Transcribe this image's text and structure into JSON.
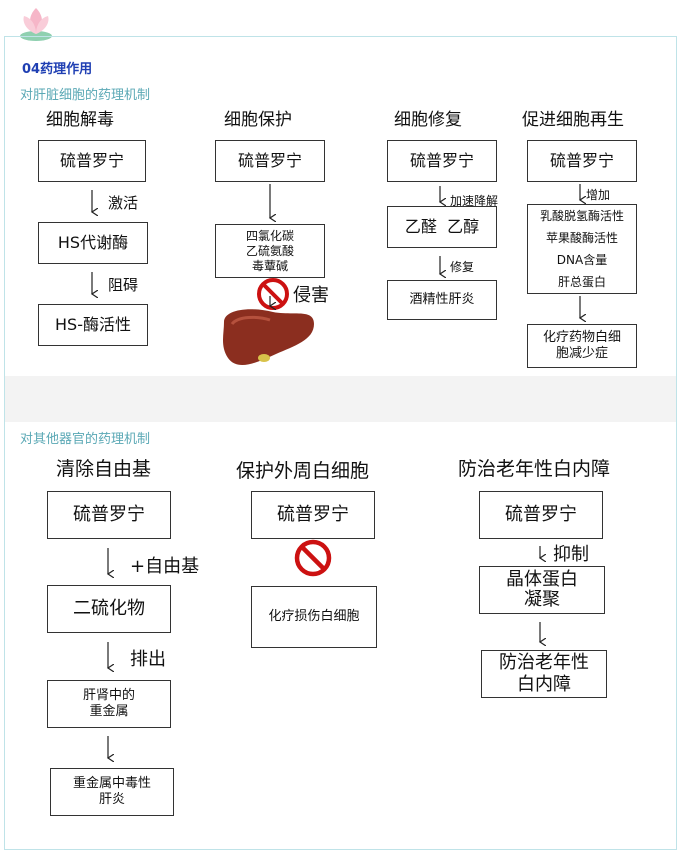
{
  "section_title": "04药理作用",
  "liver": {
    "subtitle": "对肝脏细胞的药理机制",
    "columns": [
      {
        "heading": "细胞解毒",
        "box1": "硫普罗宁",
        "arrow1": "激活",
        "box2": "HS代谢酶",
        "arrow2": "阻碍",
        "box3": "HS-酶活性"
      },
      {
        "heading": "细胞保护",
        "box1": "硫普罗宁",
        "box2": "四氯化碳\n乙硫氨酸\n毒蕈碱",
        "label": "侵害"
      },
      {
        "heading": "细胞修复",
        "box1": "硫普罗宁",
        "arrow1": "加速降解",
        "box2": "乙醛  乙醇",
        "arrow2": "修复",
        "box3": "酒精性肝炎"
      },
      {
        "heading": "促进细胞再生",
        "box1": "硫普罗宁",
        "arrow1": "增加",
        "box2": "乳酸脱氢酶活性\n苹果酸酶活性\nDNA含量\n肝总蛋白",
        "box3": "化疗药物白细\n胞减少症"
      }
    ]
  },
  "other": {
    "subtitle": "对其他器官的药理机制",
    "columns": [
      {
        "heading": "清除自由基",
        "box1": "硫普罗宁",
        "arrow1": "+自由基",
        "box2": "二硫化物",
        "arrow2": "排出",
        "box3": "肝肾中的\n重金属",
        "box4": "重金属中毒性\n肝炎"
      },
      {
        "heading": "保护外周白细胞",
        "box1": "硫普罗宁",
        "box2": "化疗损伤白细胞"
      },
      {
        "heading": "防治老年性白内障",
        "box1": "硫普罗宁",
        "arrow1": "抑制",
        "box2": "晶体蛋白\n凝聚",
        "box3": "防治老年性\n白内障"
      }
    ]
  },
  "icons": [
    "lotus-icon",
    "prohibit-icon",
    "liver-icon"
  ],
  "colors": {
    "title": "#1f3fb3",
    "subtitle": "#5aa8b5",
    "frame": "#bfe3e8",
    "prohibit": "#cc1111",
    "liver": "#8b2e1f"
  }
}
